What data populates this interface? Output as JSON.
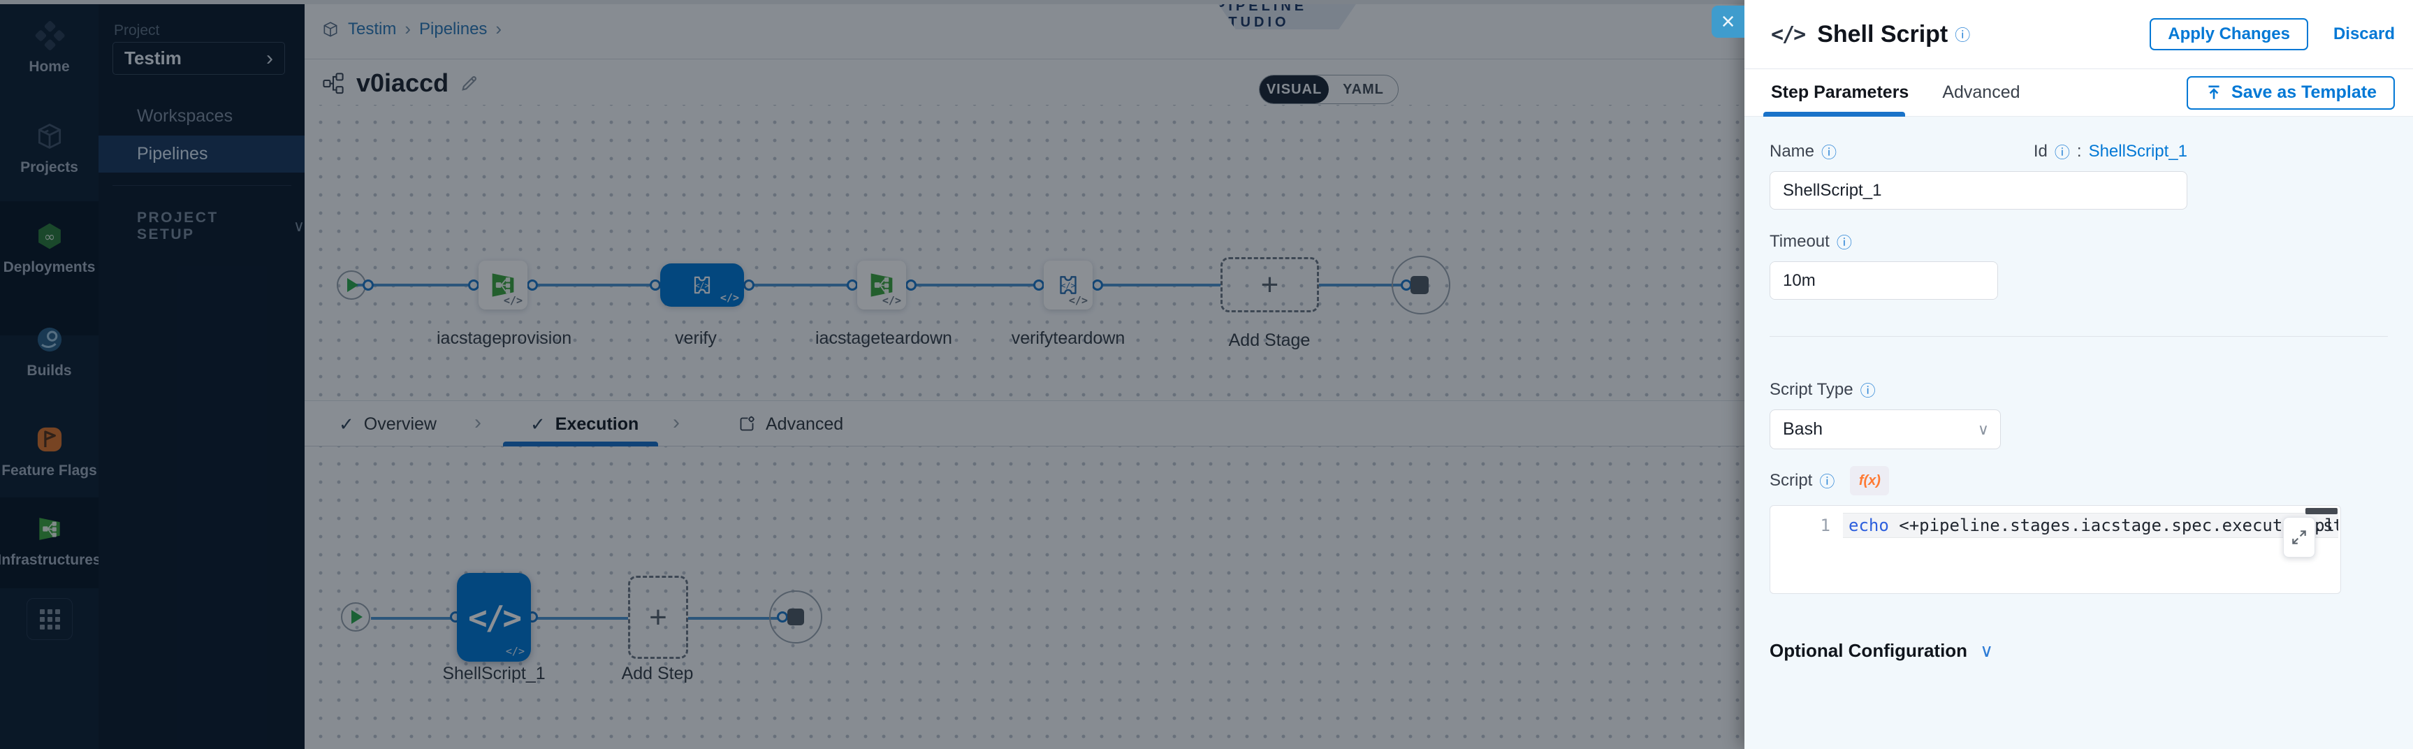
{
  "colors": {
    "accent": "#0278d5",
    "rail_bg": "#0b1827",
    "subnav_active_bg": "#1c3a5e",
    "selected_node": "#0278d5",
    "stage_green": "#3da53f",
    "overlay": "rgba(5,13,24,0.46)"
  },
  "rail": {
    "items": [
      {
        "label": "Home",
        "icon": "harness-logo-icon"
      },
      {
        "label": "Projects",
        "icon": "cube-icon"
      },
      {
        "label": "Deployments",
        "icon": "cd-hexagon-icon"
      },
      {
        "label": "Builds",
        "icon": "ci-circle-icon"
      },
      {
        "label": "Feature Flags",
        "icon": "flag-icon"
      },
      {
        "label": "Infrastructures",
        "icon": "infrastructure-icon"
      }
    ]
  },
  "subnav": {
    "section_label": "Project",
    "project_name": "Testim",
    "chevron": "›",
    "items": [
      {
        "label": "Workspaces"
      },
      {
        "label": "Pipelines"
      }
    ],
    "setup_label": "PROJECT SETUP",
    "setup_chevron": "∨"
  },
  "canvas": {
    "breadcrumb": {
      "crumb1": "Testim",
      "crumb2": "Pipelines",
      "separator": "›"
    },
    "studio_badge": "PIPELINE STUDIO",
    "pipeline_name": "v0iaccd",
    "view_toggle": {
      "visual": "VISUAL",
      "yaml": "YAML",
      "selected": "VISUAL"
    },
    "stage_graph": {
      "badge_glyph": "</>",
      "stages": [
        {
          "label": "iacstageprovision",
          "type": "iacm"
        },
        {
          "label": "verify",
          "type": "custom",
          "selected": true
        },
        {
          "label": "iacstageteardown",
          "type": "iacm"
        },
        {
          "label": "verifyteardown",
          "type": "custom"
        }
      ],
      "add_stage_label": "Add Stage"
    },
    "exec_tabs": {
      "check_glyph": "✓",
      "separator": "›",
      "tab1": "Overview",
      "tab2": "Execution",
      "tab3": "Advanced",
      "active": "Execution"
    },
    "step_graph": {
      "step_glyph": "</>",
      "badge_glyph": "</>",
      "step_label": "ShellScript_1",
      "add_step_label": "Add Step"
    }
  },
  "drawer": {
    "close_glyph": "×",
    "title_icon_glyph": "</>",
    "title": "Shell Script",
    "info_glyph": "ⓘ",
    "apply_label": "Apply Changes",
    "discard_label": "Discard",
    "tabs": {
      "tab1": "Step Parameters",
      "tab2": "Advanced",
      "active": "Step Parameters"
    },
    "save_template_label": "Save as Template",
    "fields": {
      "name": {
        "label": "Name",
        "value": "ShellScript_1"
      },
      "id": {
        "label": "Id",
        "separator": ":",
        "value": "ShellScript_1"
      },
      "timeout": {
        "label": "Timeout",
        "value": "10m"
      },
      "script_type": {
        "label": "Script Type",
        "value": "Bash",
        "chevron": "∨"
      },
      "script": {
        "label": "Script",
        "fx_label": "f(x)",
        "line_number": "1",
        "code_keyword": "echo",
        "code_rest": " <+pipeline.stages.iacstage.spec.execution.step",
        "code_tail": "ppl"
      }
    },
    "optional_label": "Optional Configuration",
    "optional_chevron": "∨"
  }
}
